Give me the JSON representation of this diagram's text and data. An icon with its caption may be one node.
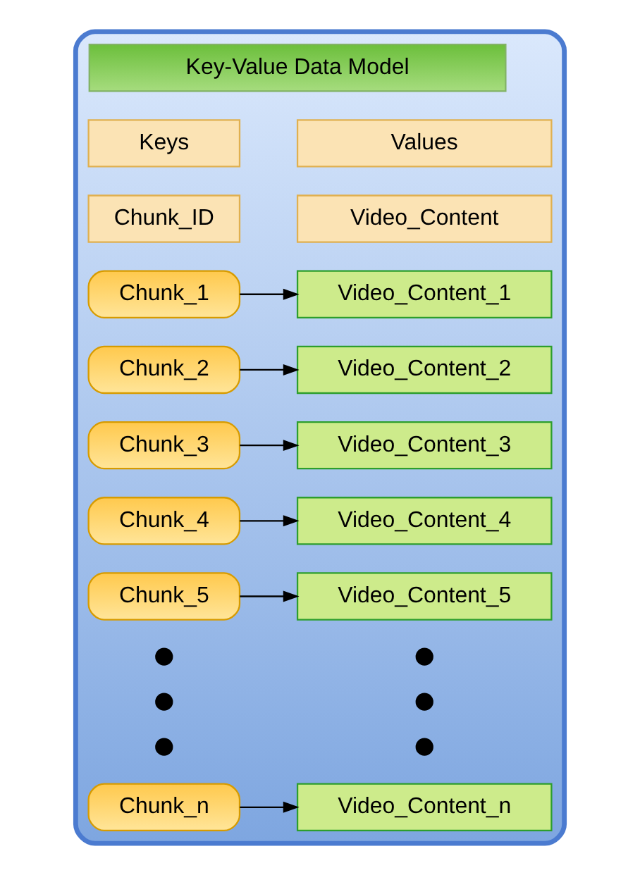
{
  "diagram": {
    "nodes": [
      {
        "text": [],
        "shape": "box"
      },
      {
        "text": [
          "Key-Value Data Model"
        ],
        "in": 0
      },
      {
        "text": [
          "Chunk_1"
        ],
        "in": 0
      },
      {
        "text": [
          "Video_Content_1"
        ],
        "in": 0
      },
      {
        "text": [
          "Chunk_2"
        ],
        "in": 0
      },
      {
        "text": [
          "Video_Content_2"
        ],
        "in": 0
      },
      {
        "text": [
          "Chunk_3"
        ],
        "in": 0
      },
      {
        "text": [
          "Video_Content_3"
        ],
        "in": 0
      },
      {
        "text": [
          "Chunk_4"
        ],
        "in": 0
      },
      {
        "text": [
          "Video_Content_4"
        ],
        "in": 0
      },
      {
        "text": [
          "Chunk_5"
        ],
        "in": 0
      },
      {
        "text": [
          "Video_Content_5"
        ],
        "in": 0
      },
      {
        "text": [
          "Chunk_n"
        ],
        "in": 0
      },
      {
        "text": [
          "Video_Content_n"
        ],
        "in": 0
      }
    ],
    "edges": [
      {
        "from": 2,
        "to": 3,
        "arrow": "to"
      },
      {
        "from": 4,
        "to": 5,
        "arrow": "to"
      },
      {
        "from": 6,
        "to": 7,
        "arrow": "to"
      },
      {
        "from": 8,
        "to": 9,
        "arrow": "to"
      },
      {
        "from": 10,
        "to": 11,
        "arrow": "to"
      },
      {
        "from": 12,
        "to": 13,
        "arrow": "to"
      }
    ],
    "labels": [
      "Keys",
      "Values",
      "Chunk_ID",
      "Video_Content"
    ]
  }
}
